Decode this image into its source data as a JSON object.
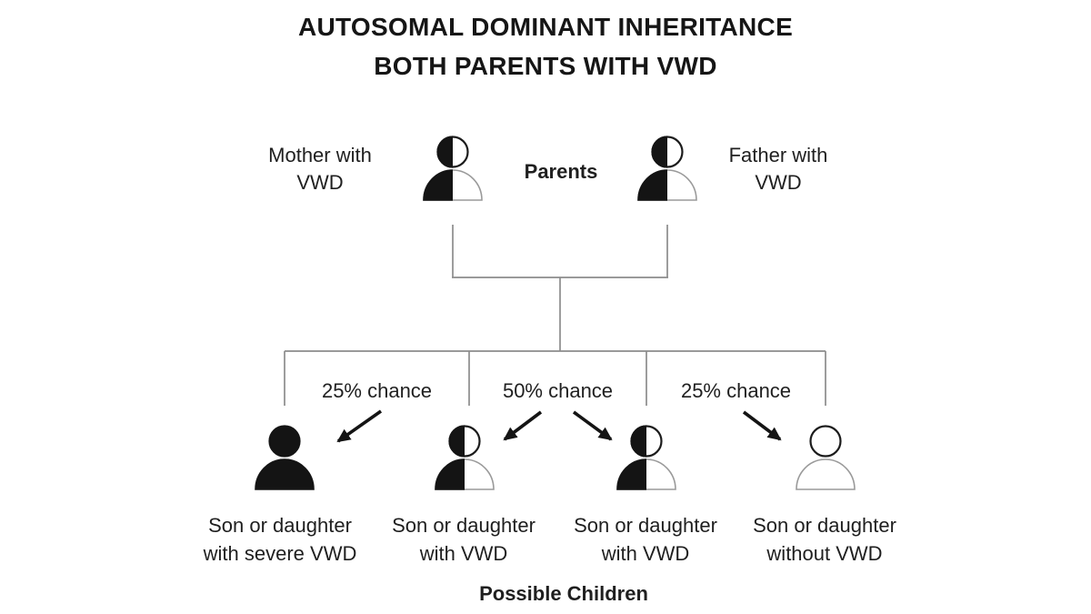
{
  "title": {
    "line1": "AUTOSOMAL DOMINANT INHERITANCE",
    "line2": "BOTH PARENTS WITH VWD"
  },
  "parents": {
    "mother_label": "Mother with\nVWD",
    "group_label": "Parents",
    "father_label": "Father with\nVWD",
    "mother_icon": "person-half-filled",
    "father_icon": "person-half-filled"
  },
  "chances": [
    "25% chance",
    "50% chance",
    "25% chance"
  ],
  "children": [
    {
      "icon": "person-filled",
      "label": "Son or daughter\nwith severe VWD"
    },
    {
      "icon": "person-half-filled",
      "label": "Son or daughter\nwith VWD"
    },
    {
      "icon": "person-half-filled",
      "label": "Son or daughter\nwith VWD"
    },
    {
      "icon": "person-outline",
      "label": "Son or daughter\nwithout VWD"
    }
  ],
  "footer": "Possible Children",
  "colors": {
    "background": "#ffffff",
    "text": "#1a1a1a",
    "connector_line": "#8c8c8c",
    "icon_fill": "#141414",
    "icon_body_outline": "#9a9a9a",
    "icon_head_outline": "#1c1c1c"
  }
}
